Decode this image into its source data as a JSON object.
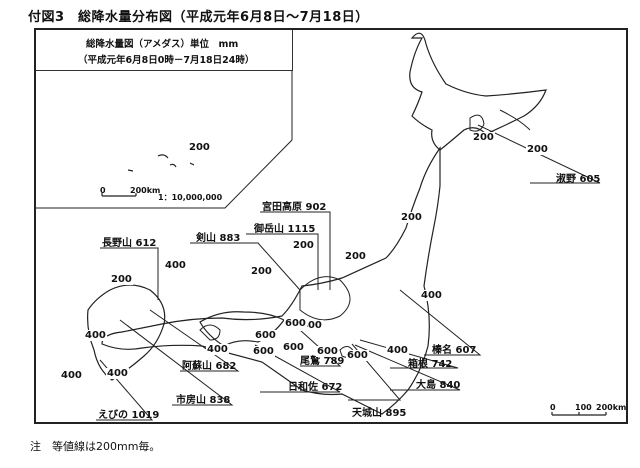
{
  "title": "付図3　総降水量分布図（平成元年6月8日～7月18日）",
  "legend": {
    "line1": "総降水量図（アメダス）単位　mm",
    "line2": "（平成元年6月8日0時－7月18日24時）"
  },
  "inset_scale": {
    "zero": "0",
    "max": "200km",
    "ratio": "1：10,000,000"
  },
  "main_scale": {
    "zero": "0",
    "mid": "100",
    "max": "200km"
  },
  "stations": [
    {
      "name": "宮田高原",
      "value": "902"
    },
    {
      "name": "御岳山",
      "value": "1115"
    },
    {
      "name": "剣山",
      "value": "883"
    },
    {
      "name": "長野山",
      "value": "612"
    },
    {
      "name": "阿蘇山",
      "value": "682"
    },
    {
      "name": "市房山",
      "value": "838"
    },
    {
      "name": "えびの",
      "value": "1019"
    },
    {
      "name": "日和佐",
      "value": "672"
    },
    {
      "name": "尾鷲",
      "value": "789"
    },
    {
      "name": "天城山",
      "value": "895"
    },
    {
      "name": "大島",
      "value": "840"
    },
    {
      "name": "箱根",
      "value": "742"
    },
    {
      "name": "榛名",
      "value": "607"
    },
    {
      "name": "淑野",
      "value": "605"
    }
  ],
  "contours": [
    "200",
    "200",
    "200",
    "200",
    "200",
    "200",
    "200",
    "200",
    "400",
    "400",
    "400",
    "400",
    "400",
    "400",
    "400",
    "400",
    "600",
    "600",
    "600",
    "600",
    "600",
    "600"
  ],
  "note": "注　等値線は200mm毎。"
}
